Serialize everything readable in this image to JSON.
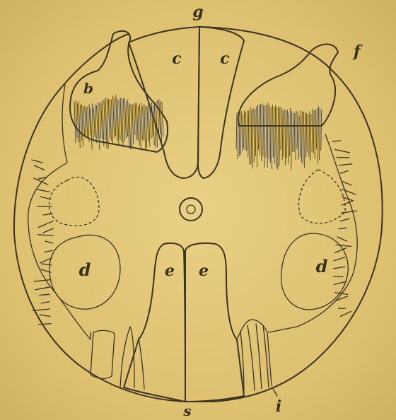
{
  "figure": {
    "labels": {
      "g": "g",
      "f": "f",
      "b": "b",
      "c_left": "c",
      "c_right": "c",
      "d_left": "d",
      "d_right": "d",
      "e_left": "e",
      "e_right": "e",
      "s": "s",
      "i": "i"
    }
  }
}
